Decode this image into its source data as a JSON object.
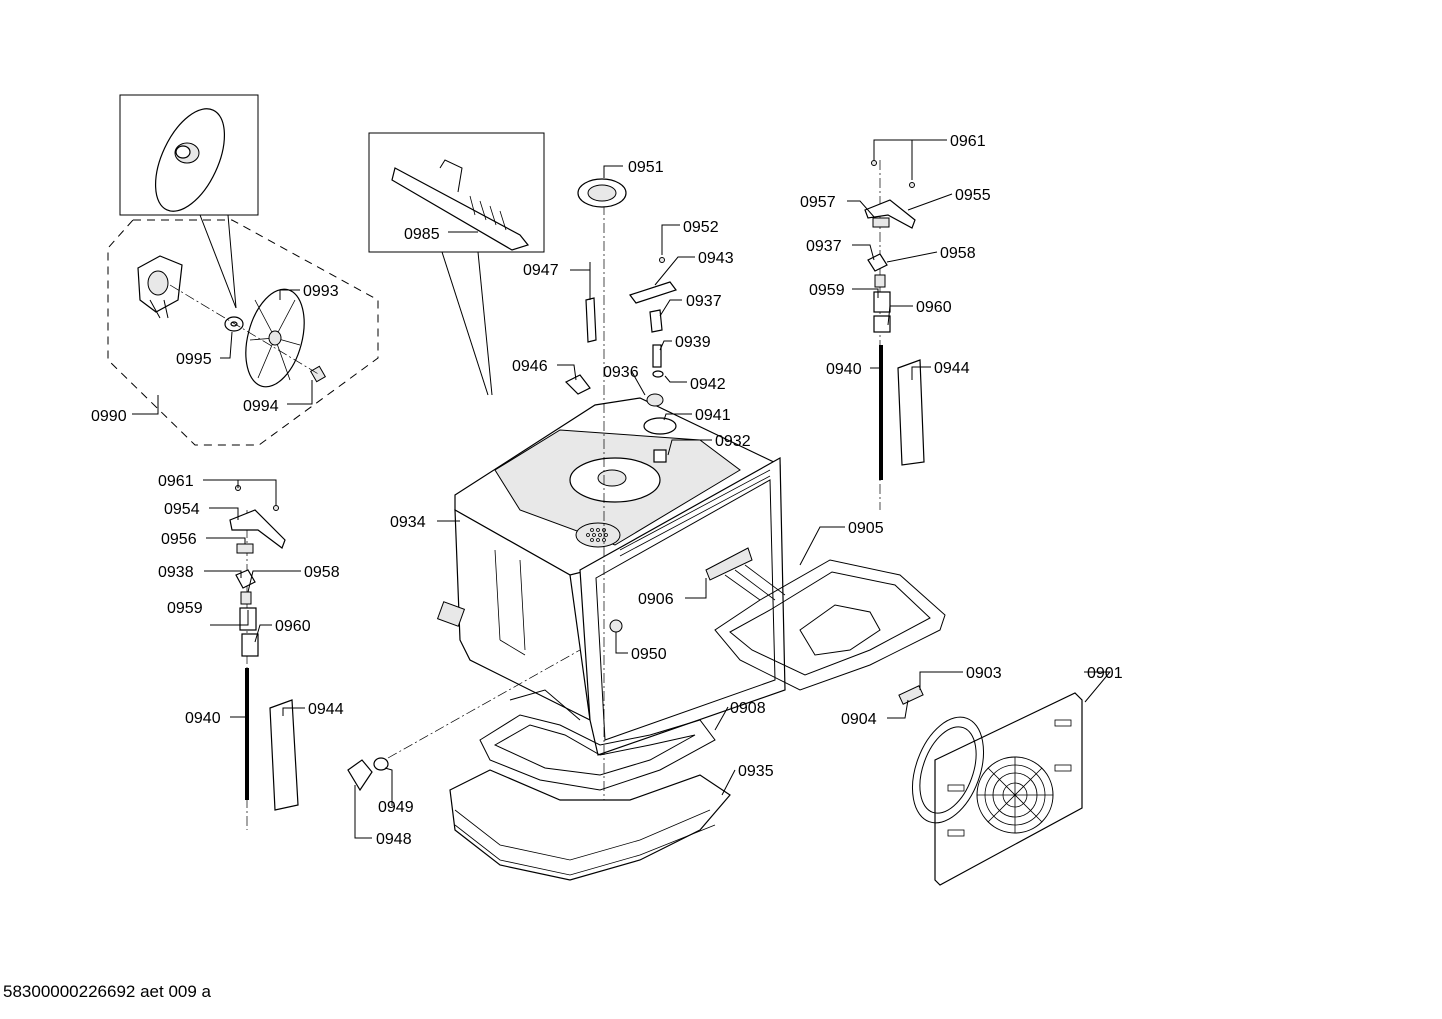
{
  "footer": {
    "doc_id": "58300000226692 aet 009 a"
  },
  "labels": {
    "p0901": "0901",
    "p0903": "0903",
    "p0904": "0904",
    "p0905": "0905",
    "p0906": "0906",
    "p0908": "0908",
    "p0932": "0932",
    "p0934": "0934",
    "p0935": "0935",
    "p0936": "0936",
    "p0937a": "0937",
    "p0937b": "0937",
    "p0938": "0938",
    "p0939": "0939",
    "p0940a": "0940",
    "p0940b": "0940",
    "p0941": "0941",
    "p0942": "0942",
    "p0943": "0943",
    "p0944a": "0944",
    "p0944b": "0944",
    "p0946": "0946",
    "p0947": "0947",
    "p0948": "0948",
    "p0949": "0949",
    "p0950": "0950",
    "p0951": "0951",
    "p0952": "0952",
    "p0954": "0954",
    "p0955": "0955",
    "p0956": "0956",
    "p0957": "0957",
    "p0958a": "0958",
    "p0958b": "0958",
    "p0959a": "0959",
    "p0959b": "0959",
    "p0960a": "0960",
    "p0960b": "0960",
    "p0961a": "0961",
    "p0961b": "0961",
    "p0985": "0985",
    "p0990": "0990",
    "p0993": "0993",
    "p0994": "0994",
    "p0995": "0995"
  }
}
